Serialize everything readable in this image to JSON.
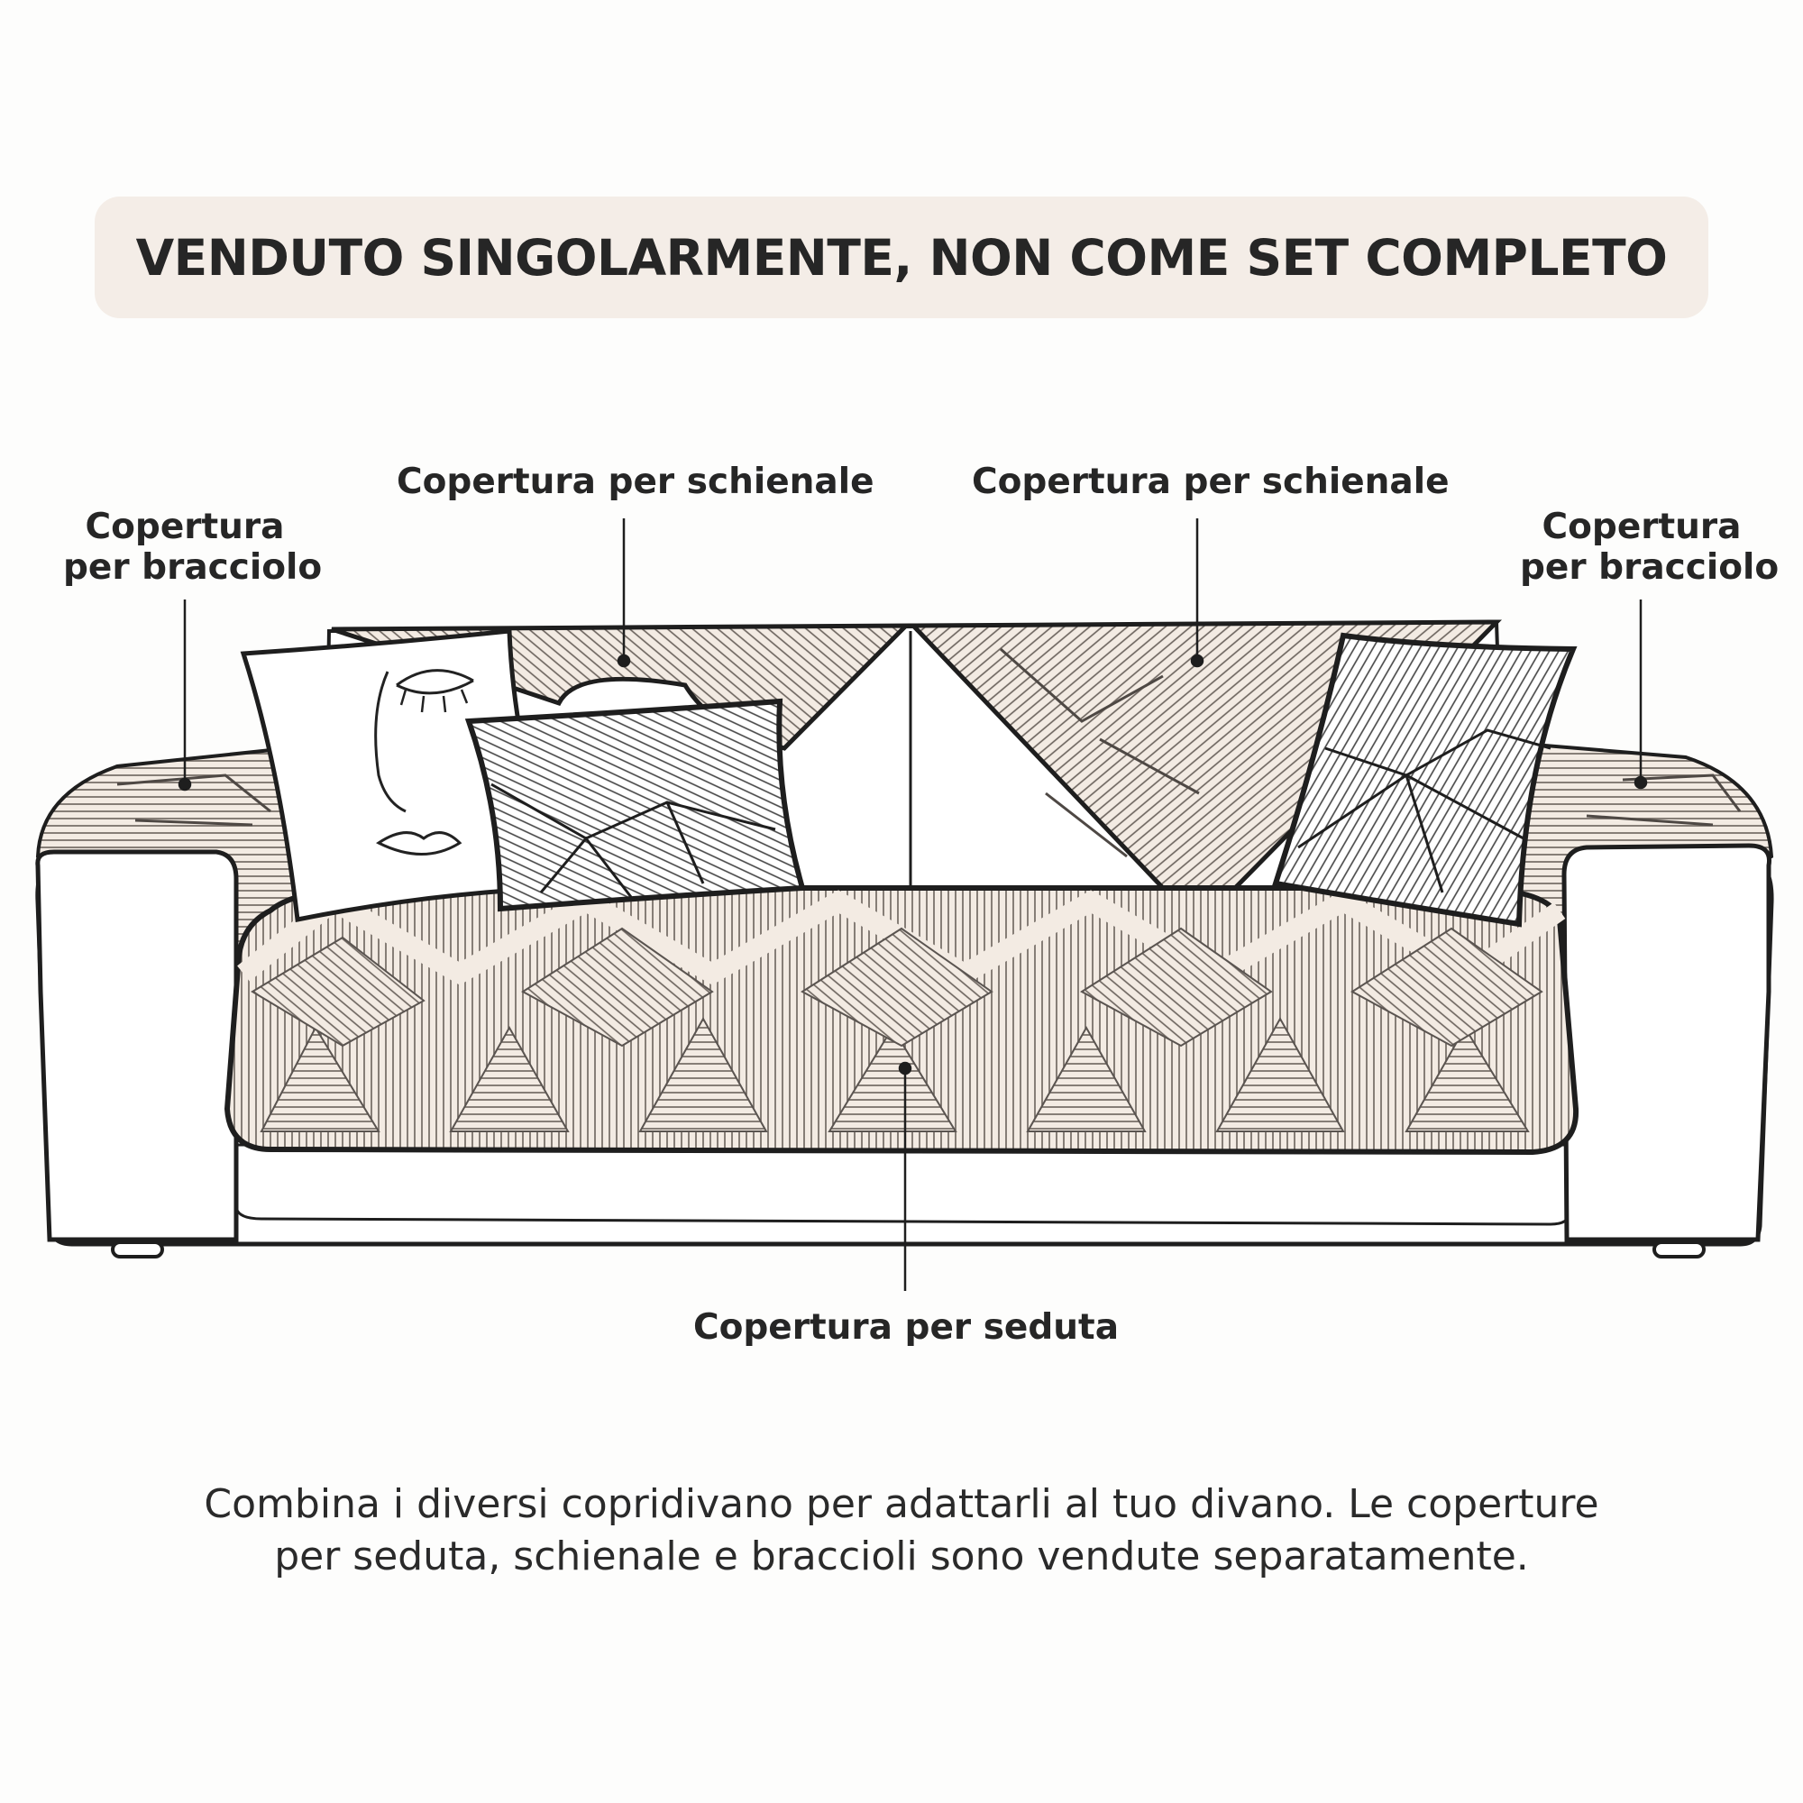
{
  "banner": {
    "title": "VENDUTO SINGOLARMENTE, NON COME SET COMPLETO"
  },
  "labels": {
    "left_armrest": {
      "line1": "Copertura",
      "line2": "per bracciolo"
    },
    "left_backrest": "Copertura per schienale",
    "right_backrest": "Copertura per schienale",
    "right_armrest": {
      "line1": "Copertura",
      "line2": "per bracciolo"
    },
    "seat": "Copertura per seduta"
  },
  "caption": {
    "line1": "Combina i diversi copridivano per adattarli al tuo divano. Le coperture",
    "line2": "per seduta, schienale e braccioli sono vendute separatamente."
  },
  "colors": {
    "banner_background": "#f4ede7",
    "cover_fabric": "#f3ebe3",
    "outline": "#1e1e1e",
    "pattern_line": "#5a5450"
  },
  "icons": {
    "sofa": "sofa-illustration",
    "pillow_face": "line-art-face-pillow",
    "pillow_geometric": "geometric-pattern-pillow"
  }
}
